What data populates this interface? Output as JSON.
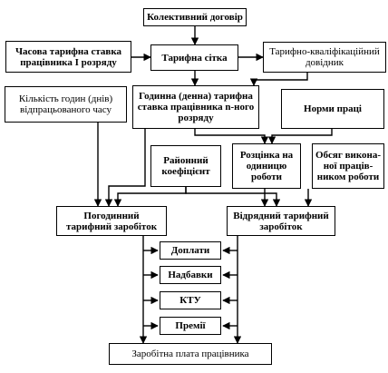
{
  "diagram": {
    "nodes": {
      "collective_agreement": "Колективний договір",
      "hourly_rate_first_grade": "Часова тарифна ставка\nпрацівника І розряду",
      "tariff_grid": "Тарифна сітка",
      "qualification_directory": "Тарифно-кваліфікаційний\nдовідник",
      "hours_worked": "Кількість годин (днів)\nвідпрацьованого часу",
      "hourly_rate_n_grade": "Годинна (денна) тарифна\nставка працівника n-ного\nрозряду",
      "labor_norms": "Норми праці",
      "regional_coefficient": "Районний\nкоефіцієнт",
      "unit_rate": "Розцінка на\nодиницю\nроботи",
      "work_volume": "Обсяг викона-\nної праців-\nником роботи",
      "time_tariff_wage": "Погодинний\nтарифний заробіток",
      "piece_tariff_wage": "Відрядний тарифний\nзаробіток",
      "surcharges": "Доплати",
      "bonuses_allowances": "Надбавки",
      "ktu": "КТУ",
      "premiums": "Премії",
      "employee_salary": "Заробітна плата працівника"
    }
  }
}
